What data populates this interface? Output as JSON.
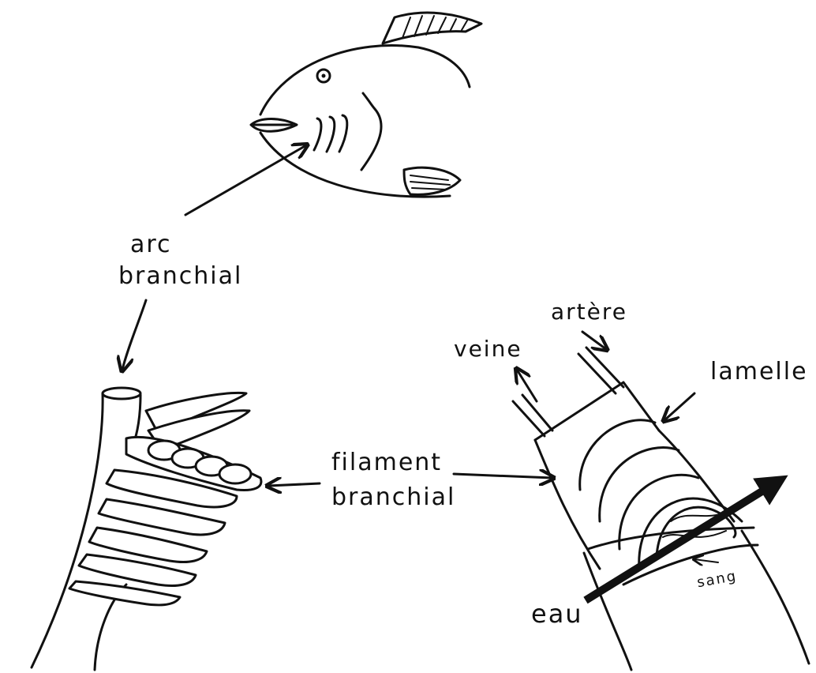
{
  "labels": {
    "arc_line1": "arc",
    "arc_line2": "branchial",
    "filament_line1": "filament",
    "filament_line2": "branchial",
    "artere": "artère",
    "veine": "veine",
    "lamelle": "lamelle",
    "eau": "eau",
    "sang": "sang"
  },
  "colors": {
    "ink": "#111111",
    "background": "#ffffff"
  }
}
